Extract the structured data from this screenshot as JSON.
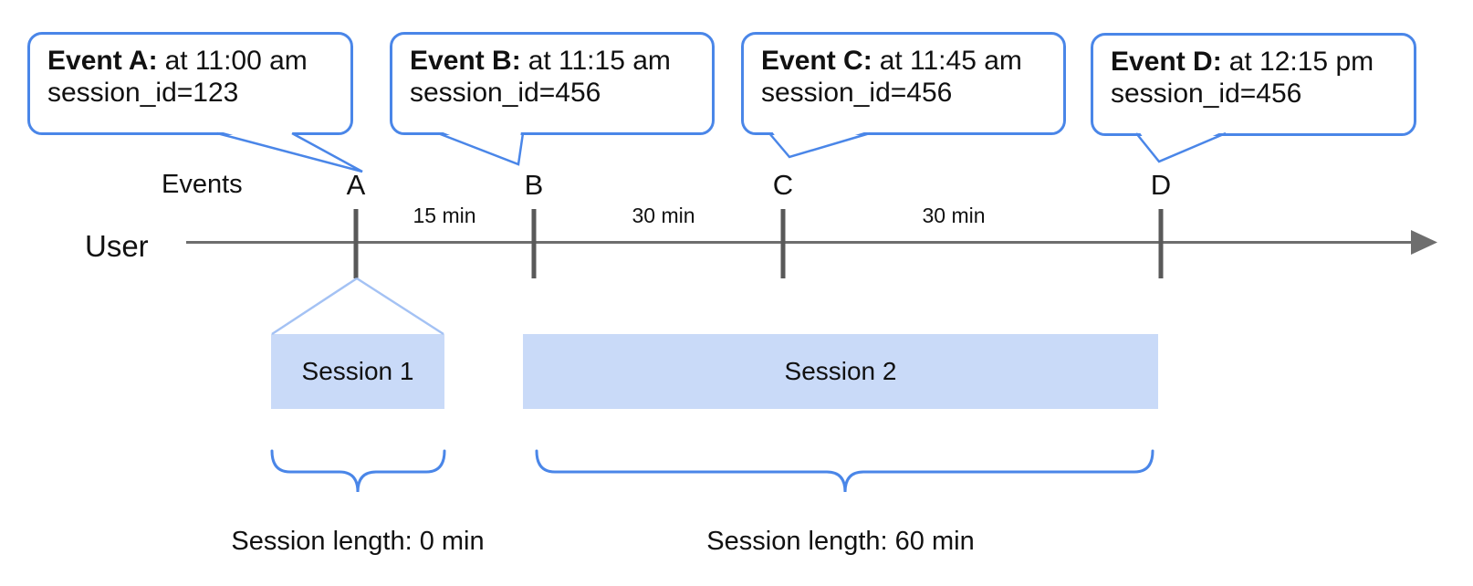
{
  "callouts": [
    {
      "title": "Event A:",
      "time": "at 11:00 am",
      "session_id": "session_id=123"
    },
    {
      "title": "Event B:",
      "time": "at 11:15 am",
      "session_id": "session_id=456"
    },
    {
      "title": "Event C:",
      "time": "at 11:45 am",
      "session_id": "session_id=456"
    },
    {
      "title": "Event D:",
      "time": "at 12:15 pm",
      "session_id": "session_id=456"
    }
  ],
  "timeline": {
    "events_label": "Events",
    "row_label": "User",
    "event_markers": [
      "A",
      "B",
      "C",
      "D"
    ],
    "intervals": [
      "15 min",
      "30 min",
      "30 min"
    ]
  },
  "sessions": [
    {
      "label": "Session 1",
      "length_label": "Session length: 0 min"
    },
    {
      "label": "Session 2",
      "length_label": "Session length: 60 min"
    }
  ],
  "colors": {
    "callout_border": "#4a86e8",
    "brace": "#4a86e8",
    "session_fill": "#c9daf8",
    "funnel_line": "#a4c2f4",
    "timeline_line": "#6e6e6e",
    "tick": "#595959"
  }
}
